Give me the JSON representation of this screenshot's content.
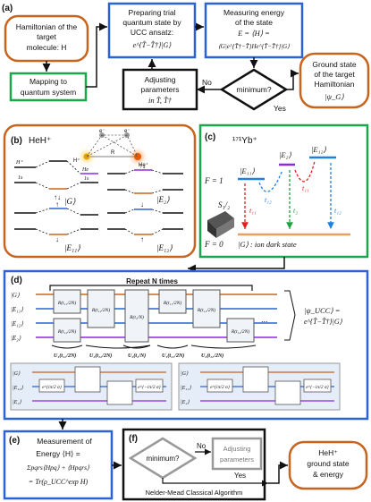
{
  "panels": {
    "a": "(a)",
    "b": "(b)",
    "c": "(c)",
    "d": "(d)",
    "e": "(e)",
    "f": "(f)"
  },
  "a": {
    "hamiltonian": [
      "Hamiltonian of the",
      "target",
      "molecule: H"
    ],
    "mapping": [
      "Mapping to",
      "quantum system"
    ],
    "preparing": [
      "Preparing trial",
      "quantum state by",
      "UCC ansatz:",
      "e^{T̂−T̂†}|G⟩"
    ],
    "measuring": [
      "Measuring energy",
      "of the state",
      "E = ⟨H⟩ =",
      "⟨G|e^{T̂†−T̂}He^{T̂−T̂†}|G⟩"
    ],
    "adjusting": [
      "Adjusting",
      "parameters",
      "in T̂, T̂†"
    ],
    "minimum": "minimum?",
    "no": "No",
    "yes": "Yes",
    "ground": [
      "Ground state",
      "of the target",
      "Hamiltonian",
      "|ψ_G⟩"
    ]
  },
  "b": {
    "title": "HeH⁺",
    "labels": {
      "e": "e⁻",
      "H": "H⁺",
      "He": "He⁺",
      "R": "R"
    },
    "orbitals": {
      "H1s": "H⁺",
      "H1s_sub": "1s",
      "He": "He",
      "He_sub": "1s"
    },
    "states": [
      "|G⟩",
      "|E₂⟩",
      "|E₁₁⟩",
      "|E₁₂⟩"
    ]
  },
  "c": {
    "title": "¹⁷¹Yb⁺",
    "F1": "F = 1",
    "F0": "F = 0",
    "S12": "S₁/₂",
    "levels": [
      "|E₁₁⟩",
      "|E₂⟩",
      "|E₁₂⟩"
    ],
    "bottom": "|G⟩ : ion dark state",
    "t": [
      "t₁₁",
      "t₂",
      "t₁₂",
      "t₁₂",
      "t₁₁"
    ],
    "colors": {
      "red": "#e02020",
      "green": "#20a040",
      "blue": "#2080e0",
      "purple": "#8a2be2"
    }
  },
  "d": {
    "repeat": "Repeat N times",
    "wires": [
      "|G⟩",
      "|E₁₁⟩",
      "|E₁₂⟩",
      "|E₂⟩"
    ],
    "gates": [
      "R(t₁₁/2N)",
      "R(t₁₂/2N)",
      "R(t₁₂/2N)",
      "R(t₂/N)",
      "R(t₁₁/2N)",
      "R(t₁₂/2N)",
      "R(t₁₂/2N)"
    ],
    "U": [
      "U₁(t₁₁/2N)",
      "U₂(t₁₂/2N)",
      "U₃(t₂/N)",
      "U₁(t₁₁/2N)",
      "U₂(t₁₂/2N)"
    ],
    "output": [
      "|ψ_UCC⟩ =",
      "e^{T̂−T̂†}|G⟩"
    ],
    "dots": "...",
    "sub1_wires": [
      "|G⟩",
      "|E₁₂⟩",
      "|E₂⟩"
    ],
    "sub2_wires": [
      "|G⟩",
      "|E₁₁⟩",
      "|E₂⟩"
    ],
    "phase": [
      "e^{iπ/2 σ}",
      "e^{−iπ/2 σ}"
    ]
  },
  "e": {
    "text": [
      "Measurement of",
      "Energy ⟨H⟩ =",
      "Σpqrs⟨Hpq⟩ + ⟨Hpqrs⟩",
      "= Tr(ρ_UCC^exp H)"
    ]
  },
  "f": {
    "minimum": "minimum?",
    "no": "No",
    "yes": "Yes",
    "adjusting": [
      "Adjusting",
      "parameters"
    ],
    "footer": "Nelder-Mead Classical Algorithm"
  },
  "result": [
    "HeH⁺",
    "ground state",
    "& energy"
  ],
  "colors": {
    "orange": "#c8641e",
    "blue": "#2a63d8",
    "green": "#1aa64a",
    "black": "#111111",
    "gray": "#999999"
  }
}
